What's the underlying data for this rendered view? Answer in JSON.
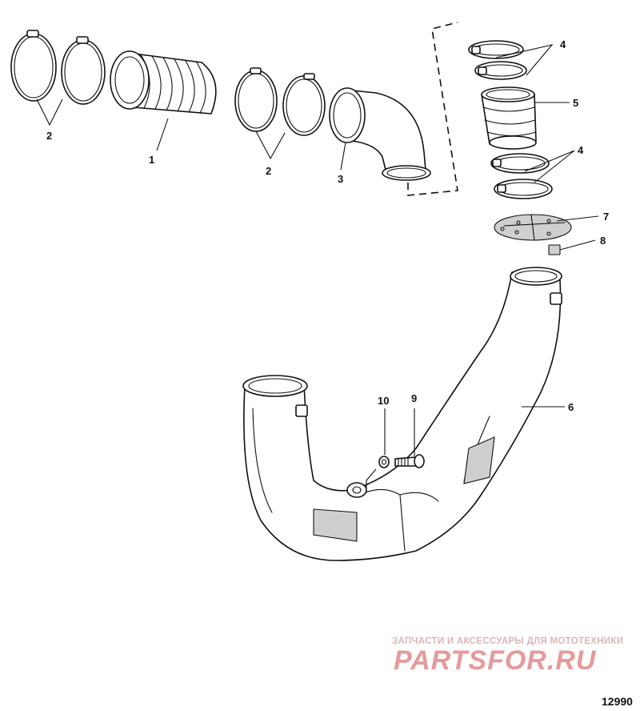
{
  "callouts": {
    "c1": "1",
    "c2a": "2",
    "c2b": "2",
    "c3": "3",
    "c4a": "4",
    "c4b": "4",
    "c5": "5",
    "c6": "6",
    "c7": "7",
    "c8": "8",
    "c9": "9",
    "c10": "10"
  },
  "drawing_number": "12990",
  "watermark": {
    "tagline": "ЗАПЧАСТИ И АКСЕССУАРЫ ДЛЯ МОТОТЕХНИКИ",
    "logo": "PARTSFOR.RU"
  }
}
